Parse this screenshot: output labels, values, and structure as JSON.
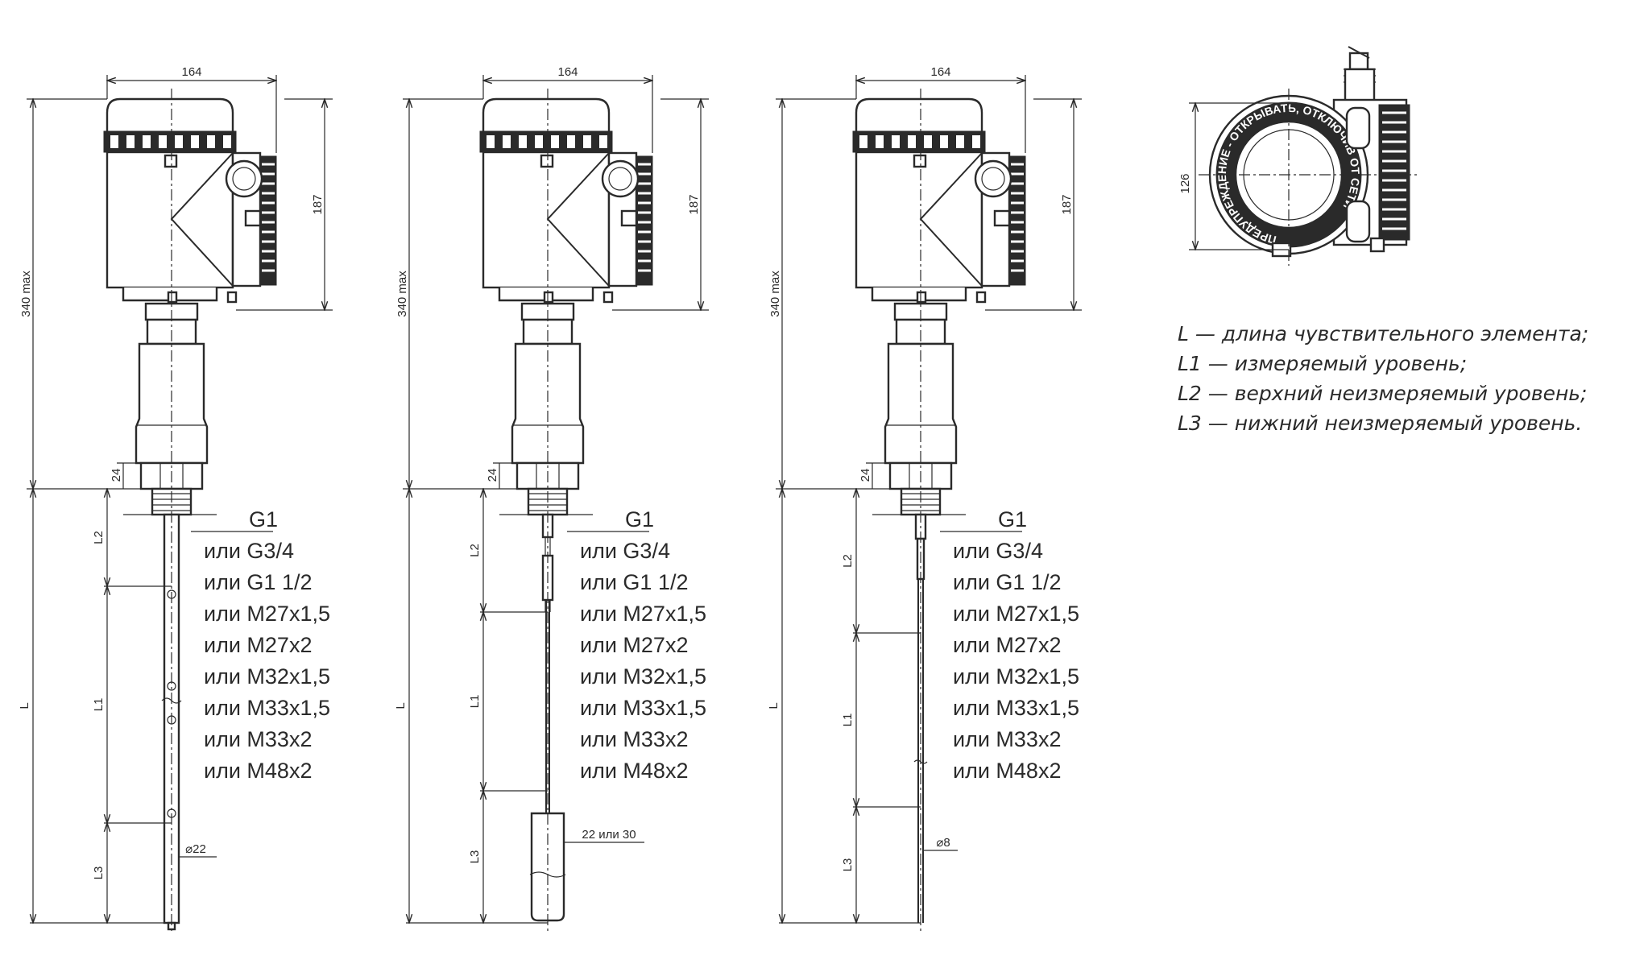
{
  "dimensions": {
    "width": "164",
    "height_box": "187",
    "height_max": "340 max",
    "thread_len": "24",
    "top_view_height": "126",
    "rod_diameter_1": "⌀22",
    "weight_diameter_2": "22 или 30",
    "rod_diameter_3": "⌀8"
  },
  "level_labels": {
    "l": "L",
    "l1": "L1",
    "l2": "L2",
    "l3": "L3"
  },
  "threads": [
    "G1",
    "или G3/4",
    "или G1 1/2",
    "или M27x1,5",
    "или M27x2",
    "или M32x1,5",
    "или M33x1,5",
    "или M33x2",
    "или M48x2"
  ],
  "cover_ring_text": "ПРЕДУПРЕЖДЕНИЕ - ОТКРЫВАТЬ, ОТКЛЮЧИВ ОТ СЕТИ",
  "legend": [
    "L — длина чувствительного элемента;",
    "L1 — измеряемый уровень;",
    "L2 — верхний неизмеряемый уровень;",
    "L3 — нижний неизмеряемый уровень."
  ]
}
